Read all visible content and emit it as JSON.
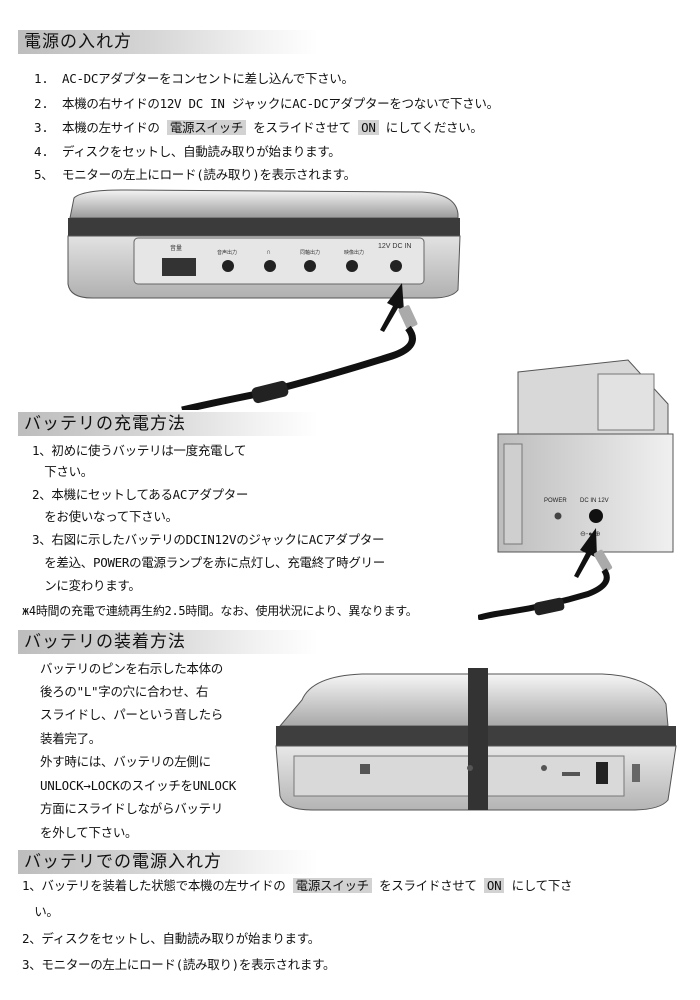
{
  "section1": {
    "heading": "電源の入れ方",
    "steps": [
      {
        "num": "1.",
        "text": "AC-DCアダプターをコンセントに差し込んで下さい。"
      },
      {
        "num": "2.",
        "text": "本機の右サイドの12V DC IN ジャックにAC-DCアダプターをつないで下さい。"
      },
      {
        "num": "3.",
        "pre": "本機の左サイドの ",
        "hl1": "電源スイッチ",
        "mid": " をスライドさせて ",
        "hl2": "ON",
        "post": " にしてください。"
      },
      {
        "num": "4.",
        "text": "ディスクをセットし、自動読み取りが始まります。"
      },
      {
        "num": "5、",
        "text": "モニターの左上にロード(読み取り)を表示されます。"
      }
    ],
    "figure_labels": {
      "volume": "音量",
      "audio_out": "音声出力",
      "headphone": "",
      "coaxial": "同軸出力",
      "video_out": "映像出力",
      "dc_in": "12V DC IN"
    }
  },
  "section2": {
    "heading": "バッテリの充電方法",
    "lines": [
      "1、初めに使うバッテリは一度充電して",
      "　下さい。",
      "2、本機にセットしてあるACアダプター",
      "　をお使いなって下さい。",
      "3、右図に示したバッテリのDCIN12VのジャックにACアダプター",
      "　を差込、POWERの電源ランプを赤に点灯し、充電終了時グリー",
      "　ンに変わります。",
      "ж4時間の充電で連続再生約2.5時間。なお、使用状況により、異なります。"
    ],
    "figure_labels": {
      "power": "POWER",
      "dc_in": "DC IN 12V"
    }
  },
  "section3": {
    "heading": "バッテリの装着方法",
    "lines": [
      "バッテリのピンを右示した本体の",
      "後ろの\"L\"字の穴に合わせ、右",
      "スライドし、パーという音したら",
      "装着完了。",
      "外す時には、バッテリの左側に",
      "UNLOCK→LOCKのスイッチをUNLOCK",
      "方面にスライドしながらバッテリ",
      "を外して下さい。"
    ]
  },
  "section4": {
    "heading": "バッテリでの電源入れ方",
    "line1": {
      "pre": "1、バッテリを装着した状態で本機の左サイドの ",
      "hl1": "電源スイッチ",
      "mid": " をスライドさせて ",
      "hl2": "ON",
      "post": " にして下さ"
    },
    "line1b": "　い。",
    "line2": "2、ディスクをセットし、自動読み取りが始まります。",
    "line3": "3、モニターの左上にロード(読み取り)を表示されます。"
  }
}
